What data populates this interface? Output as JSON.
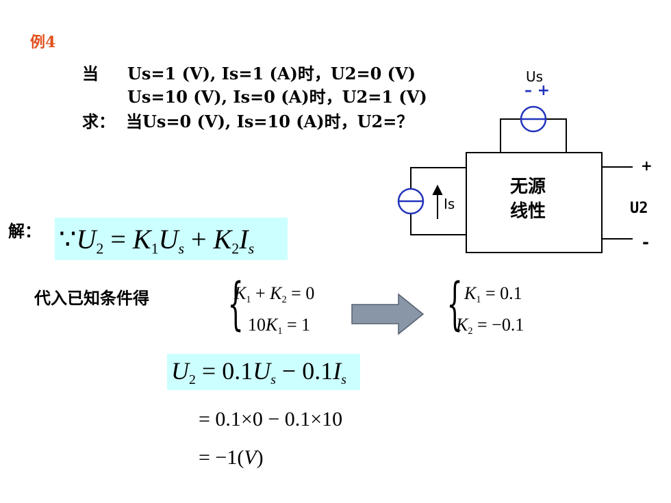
{
  "title": "例4",
  "given": {
    "line1_prefix": "当",
    "line1": "Us=1 (V),   Is=1 (A)时，U2=0 (V)",
    "line2": "Us=10 (V), Is=0 (A)时，U2=1 (V)",
    "ask_prefix": "求：",
    "ask": "当Us=0 (V), Is=10 (A)时，U2=？"
  },
  "solution_label": "解：",
  "substitute_label": "代入已知条件得",
  "circuit": {
    "box_line1": "无源",
    "box_line2": "线性",
    "voltage_source_label": "Us",
    "voltage_source_polarity": "– +",
    "current_source_label": "Is",
    "output_label": "U2",
    "output_plus": "+",
    "output_minus": "-"
  },
  "colors": {
    "title": "#e0501c",
    "highlight": "#ccffff",
    "arrow": "#8896a8",
    "circuit_stroke": "#2233bb"
  }
}
